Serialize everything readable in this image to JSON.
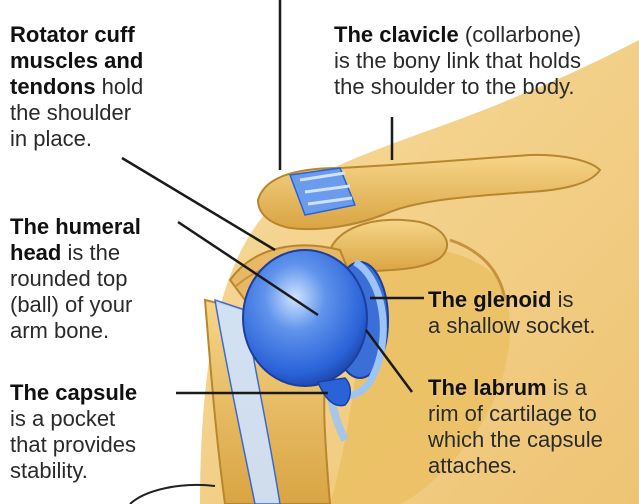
{
  "labels": {
    "rotator_cuff": {
      "lines": [
        [
          {
            "text": "Rotator cuff",
            "bold": true
          }
        ],
        [
          {
            "text": "muscles and",
            "bold": true
          }
        ],
        [
          {
            "text": "tendons",
            "bold": true
          },
          {
            "text": " hold",
            "bold": false
          }
        ],
        [
          {
            "text": "the shoulder",
            "bold": false
          }
        ],
        [
          {
            "text": "in place.",
            "bold": false
          }
        ]
      ]
    },
    "clavicle": {
      "lines": [
        [
          {
            "text": "The clavicle",
            "bold": true
          },
          {
            "text": " (collarbone)",
            "bold": false
          }
        ],
        [
          {
            "text": "is the bony link that holds",
            "bold": false
          }
        ],
        [
          {
            "text": "the shoulder to the body.",
            "bold": false
          }
        ]
      ]
    },
    "humeral_head": {
      "lines": [
        [
          {
            "text": "The humeral",
            "bold": true
          }
        ],
        [
          {
            "text": "head",
            "bold": true
          },
          {
            "text": " is the",
            "bold": false
          }
        ],
        [
          {
            "text": "rounded top",
            "bold": false
          }
        ],
        [
          {
            "text": "(ball) of your",
            "bold": false
          }
        ],
        [
          {
            "text": "arm bone.",
            "bold": false
          }
        ]
      ]
    },
    "capsule": {
      "lines": [
        [
          {
            "text": "The capsule",
            "bold": true
          }
        ],
        [
          {
            "text": "is a pocket",
            "bold": false
          }
        ],
        [
          {
            "text": "that provides",
            "bold": false
          }
        ],
        [
          {
            "text": "stability.",
            "bold": false
          }
        ]
      ]
    },
    "glenoid": {
      "lines": [
        [
          {
            "text": "The glenoid",
            "bold": true
          },
          {
            "text": " is",
            "bold": false
          }
        ],
        [
          {
            "text": "a shallow socket.",
            "bold": false
          }
        ]
      ]
    },
    "labrum": {
      "lines": [
        [
          {
            "text": "The labrum",
            "bold": true
          },
          {
            "text": " is a",
            "bold": false
          }
        ],
        [
          {
            "text": "rim of cartilage to",
            "bold": false
          }
        ],
        [
          {
            "text": "which the capsule",
            "bold": false
          }
        ],
        [
          {
            "text": "attaches.",
            "bold": false
          }
        ]
      ]
    }
  },
  "colors": {
    "skin": "#f3d28a",
    "bone": "#e2b454",
    "bone_shadow": "#b8862e",
    "cartilage_blue": "#2a62d8",
    "cartilage_light": "#9cc4f5",
    "leader_line": "#1a1a1a"
  }
}
